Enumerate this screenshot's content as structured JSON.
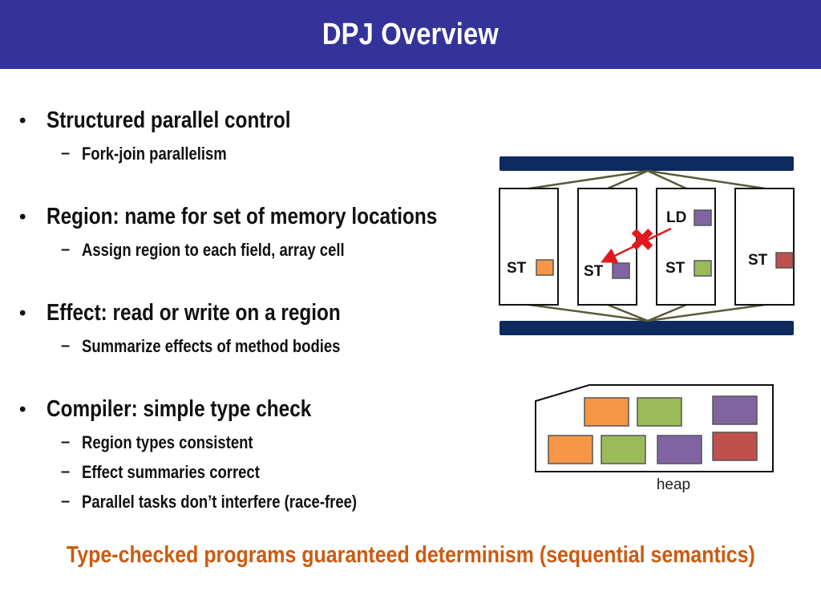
{
  "title": "DPJ Overview",
  "bullets": [
    {
      "text": "Structured parallel control",
      "sub": [
        "Fork-join parallelism"
      ]
    },
    {
      "text": "Region: name for set of memory locations",
      "sub": [
        "Assign region to each field, array cell"
      ]
    },
    {
      "text": "Effect: read or write on a region",
      "sub": [
        "Summarize effects of method bodies"
      ]
    },
    {
      "text": "Compiler: simple type check",
      "sub": [
        "Region types consistent",
        "Effect summaries correct",
        "Parallel tasks don’t interfere (race-free)"
      ]
    }
  ],
  "bullet_marker": "•",
  "sub_marker": "–",
  "diagram": {
    "tasks": [
      {
        "ops": [
          {
            "label": "ST",
            "color": "#f79646"
          }
        ]
      },
      {
        "ops": [
          {
            "label": "ST",
            "color": "#8064a2"
          }
        ]
      },
      {
        "ops": [
          {
            "label": "LD",
            "color": "#8064a2"
          },
          {
            "label": "ST",
            "color": "#9bbb59"
          }
        ]
      },
      {
        "ops": [
          {
            "label": "ST",
            "color": "#c0504d"
          }
        ]
      }
    ],
    "conflict_mark": "✖",
    "heap_label": "heap",
    "heap_blocks": [
      "#f79646",
      "#9bbb59",
      "#8064a2",
      "#f79646",
      "#9bbb59",
      "#8064a2",
      "#c0504d"
    ]
  },
  "conclusion": "Type-checked programs guaranteed determinism (sequential semantics)",
  "colors": {
    "title_bg": "#333399",
    "bar": "#0e2a5e",
    "accent_text": "#cc5a10",
    "conflict": "#e0191f"
  }
}
